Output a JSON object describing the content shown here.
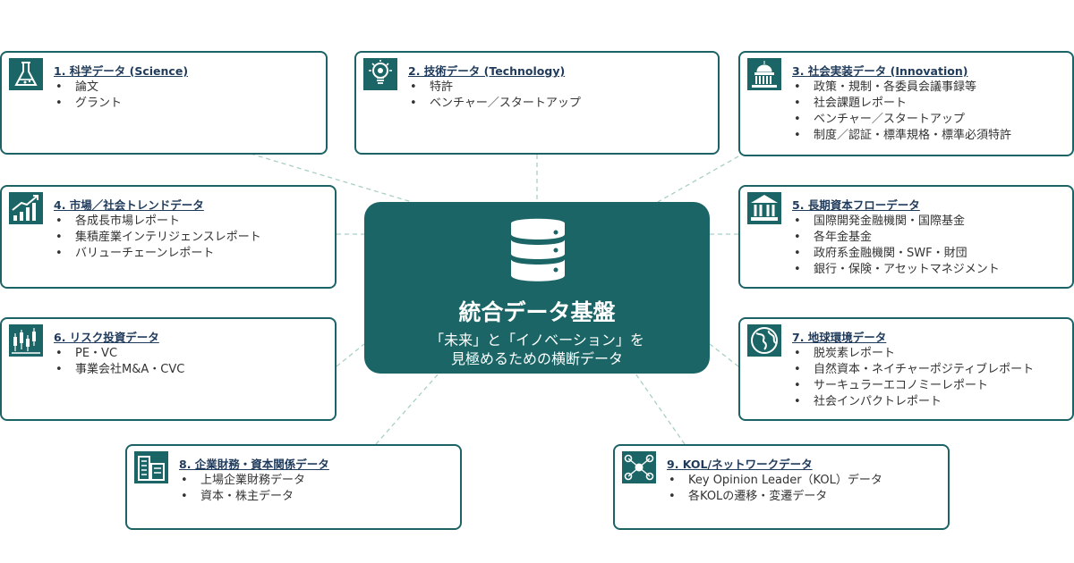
{
  "center": {
    "title": "統合データ基盤",
    "subtitle_line1": "「未来」と「イノベーション」を",
    "subtitle_line2": "見極めるための横断データ",
    "icon": "database-icon"
  },
  "colors": {
    "accent": "#1b6566",
    "border": "#1d6366",
    "title_text": "#1f3a5a",
    "link": "#a9cfc6"
  },
  "cards": [
    {
      "title": "1. 科学データ (Science)",
      "icon": "flask-icon",
      "items": [
        "論文",
        "グラント"
      ]
    },
    {
      "title": "2. 技術データ (Technology)",
      "icon": "lightbulb-gear-icon",
      "items": [
        "特許",
        "ベンチャー／スタートアップ"
      ]
    },
    {
      "title": "3. 社会実装データ (Innovation)",
      "icon": "capitol-icon",
      "items": [
        "政策・規制・各委員会議事録等",
        "社会課題レポート",
        "ベンチャー／スタートアップ",
        "制度／認証・標準規格・標準必須特許"
      ]
    },
    {
      "title": "4. 市場／社会トレンドデータ",
      "icon": "trend-chart-icon",
      "items": [
        "各成長市場レポート",
        "集積産業インテリジェンスレポート",
        "バリューチェーンレポート"
      ]
    },
    {
      "title": "5. 長期資本フローデータ",
      "icon": "bank-icon",
      "items": [
        "国際開発金融機関・国際基金",
        "各年金基金",
        "政府系金融機関・SWF・財団",
        "銀行・保険・アセットマネジメント"
      ]
    },
    {
      "title": "6. リスク投資データ",
      "icon": "candlestick-icon",
      "items": [
        "PE・VC",
        "事業会社M&A・CVC"
      ]
    },
    {
      "title": "7. 地球環境データ",
      "icon": "globe-icon",
      "items": [
        "脱炭素レポート",
        "自然資本・ネイチャーポジティブレポート",
        "サーキュラーエコノミーレポート",
        "社会インパクトレポート"
      ]
    },
    {
      "title": "8. 企業財務・資本関係データ",
      "icon": "buildings-icon",
      "items": [
        "上場企業財務データ",
        "資本・株主データ"
      ]
    },
    {
      "title": "9. KOL/ネットワークデータ",
      "icon": "network-people-icon",
      "items": [
        "Key Opinion Leader（KOL）データ",
        "各KOLの遷移・変遷データ"
      ]
    }
  ]
}
